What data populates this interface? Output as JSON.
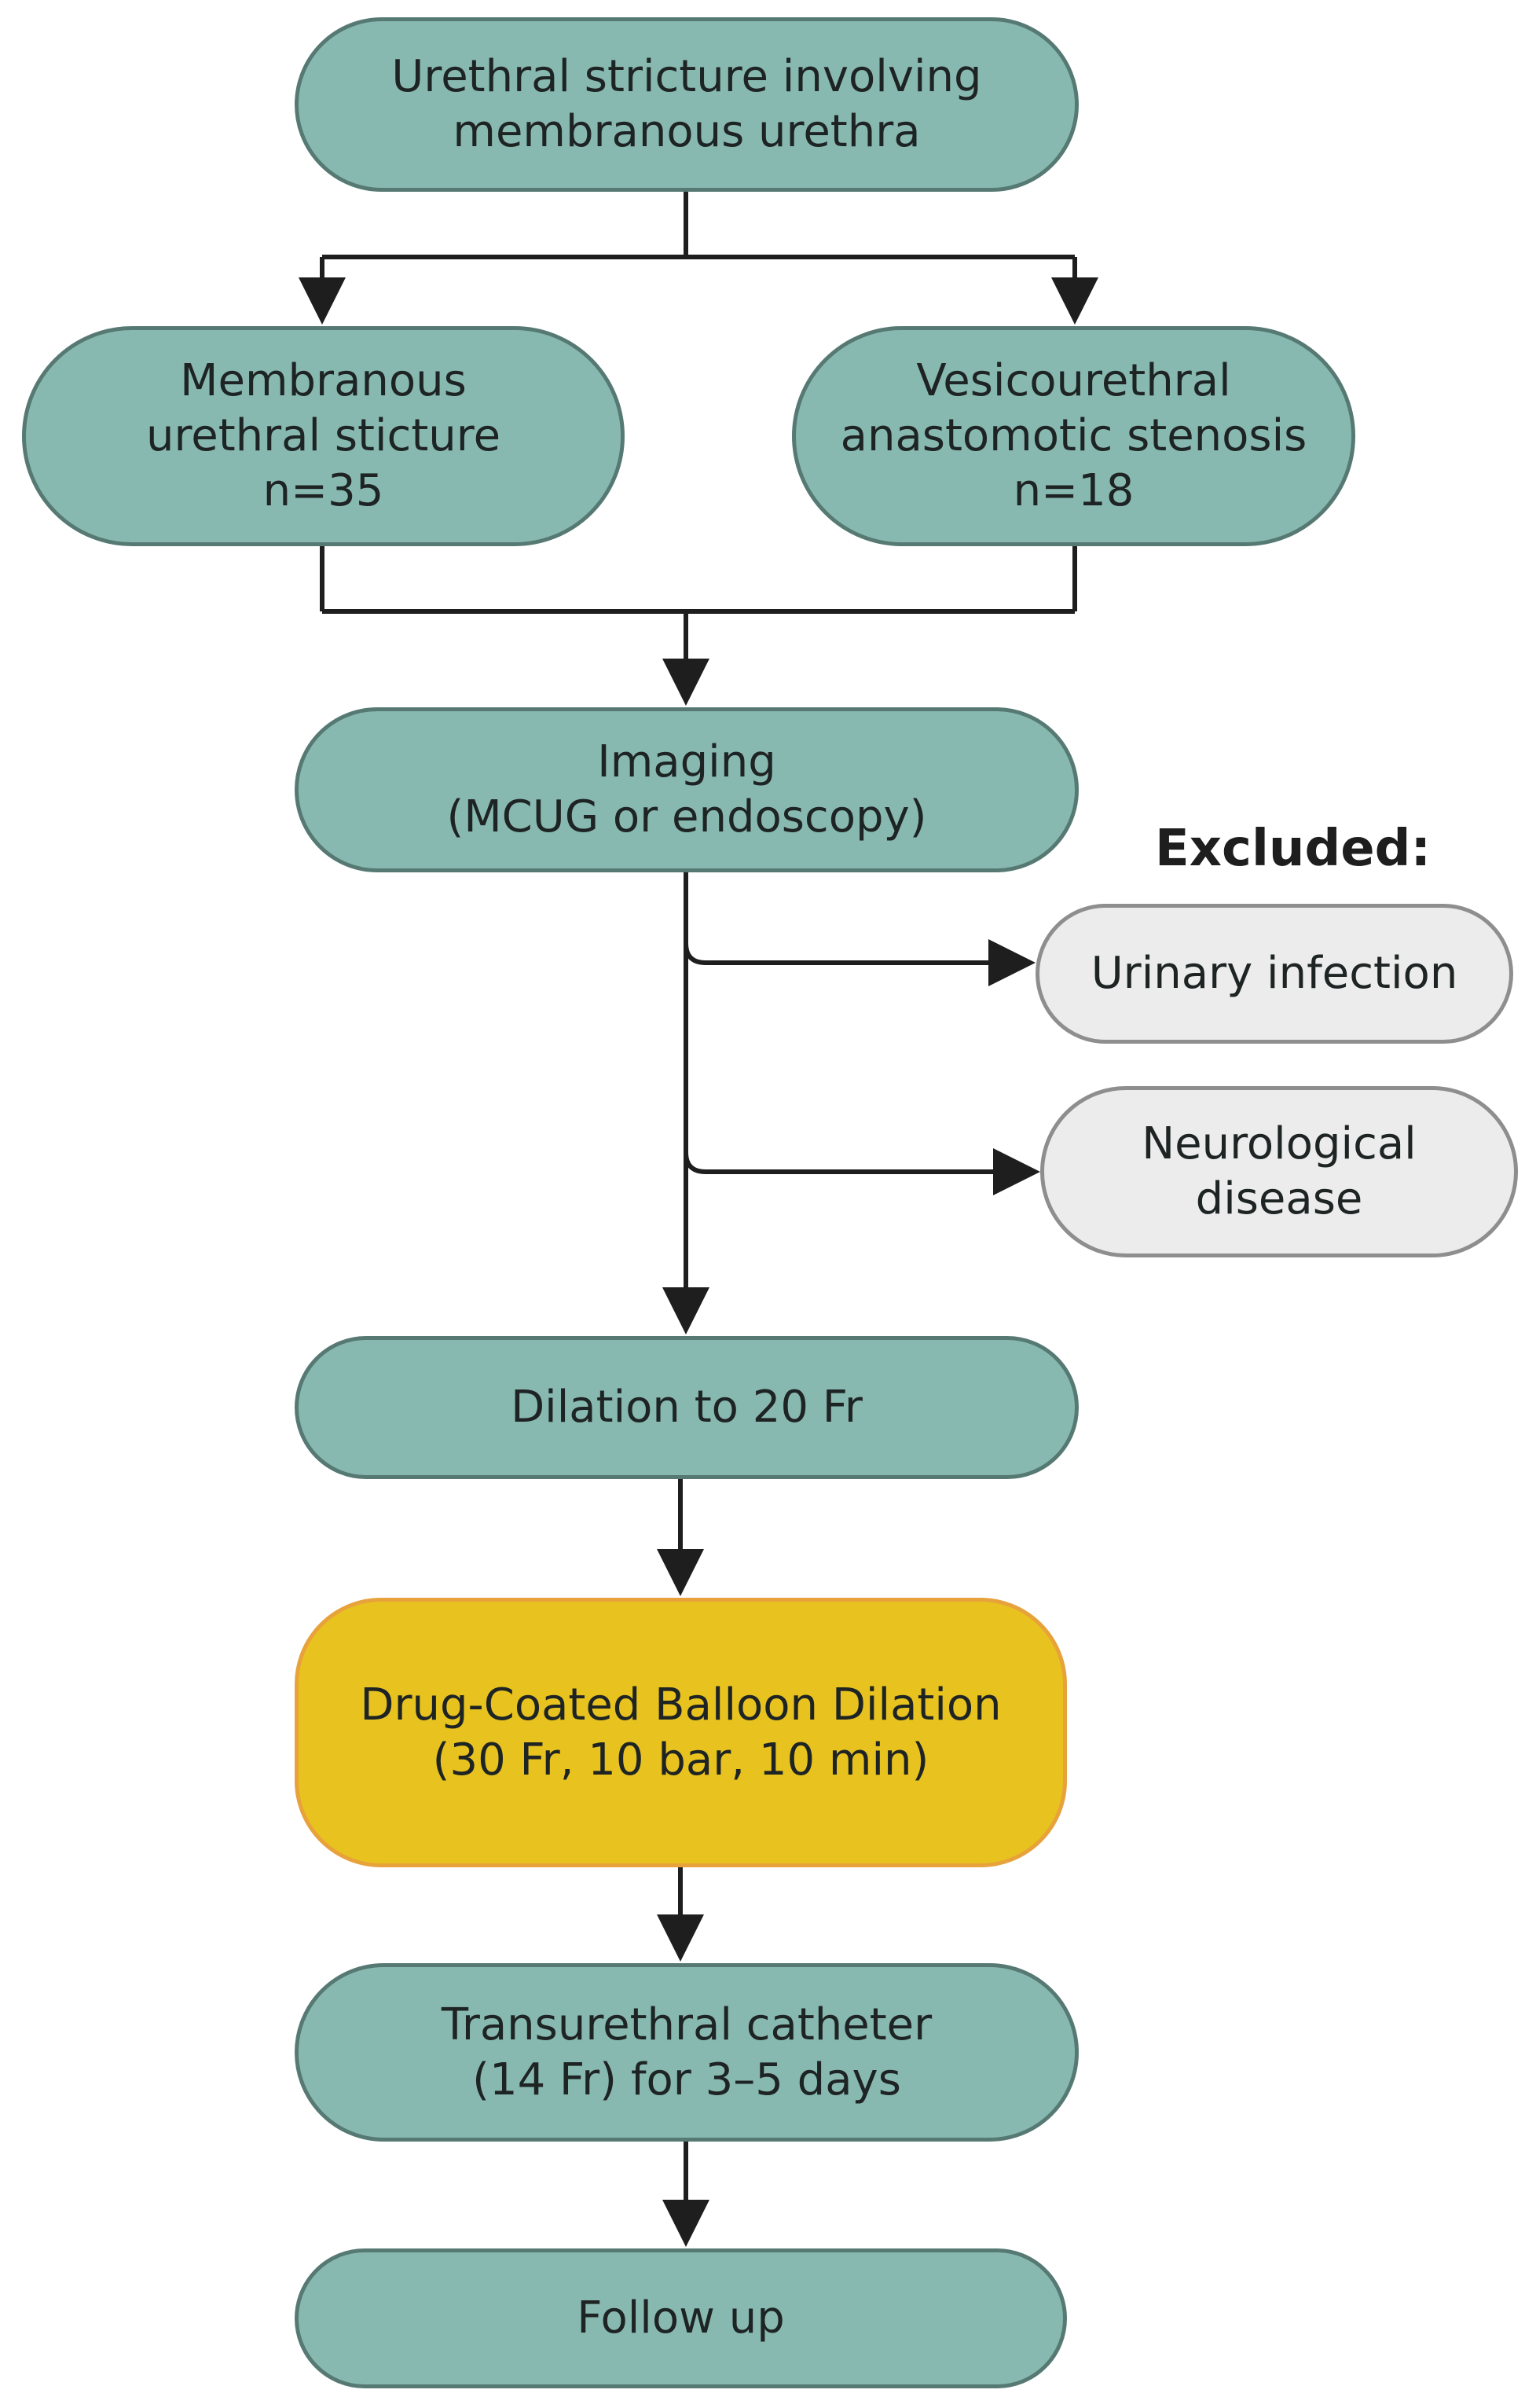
{
  "nodes": {
    "start": [
      "Urethral stricture involving",
      "membranous urethra"
    ],
    "membranous": [
      "Membranous",
      "urethral sticture",
      "n=35"
    ],
    "vesicourethral": [
      "Vesicourethral",
      "anastomotic stenosis",
      "n=18"
    ],
    "imaging": [
      "Imaging",
      "(MCUG or endoscopy)"
    ],
    "excluded_heading": "Excluded:",
    "urinary_infection": [
      "Urinary infection"
    ],
    "neurological": [
      "Neurological",
      "disease"
    ],
    "dilation": [
      "Dilation to 20 Fr"
    ],
    "balloon": [
      "Drug-Coated Balloon Dilation",
      "(30 Fr, 10 bar, 10 min)"
    ],
    "catheter": [
      "Transurethral catheter",
      "(14 Fr) for 3–5 days"
    ],
    "followup": [
      "Follow up"
    ]
  },
  "colors": {
    "teal_fill": "#88b9b1",
    "teal_border": "#567a73",
    "yellow_fill": "#e8c21e",
    "yellow_border": "#e8a23b",
    "grey_fill": "#ececec",
    "grey_border": "#8e8e8e",
    "line": "#1e1e1e"
  }
}
